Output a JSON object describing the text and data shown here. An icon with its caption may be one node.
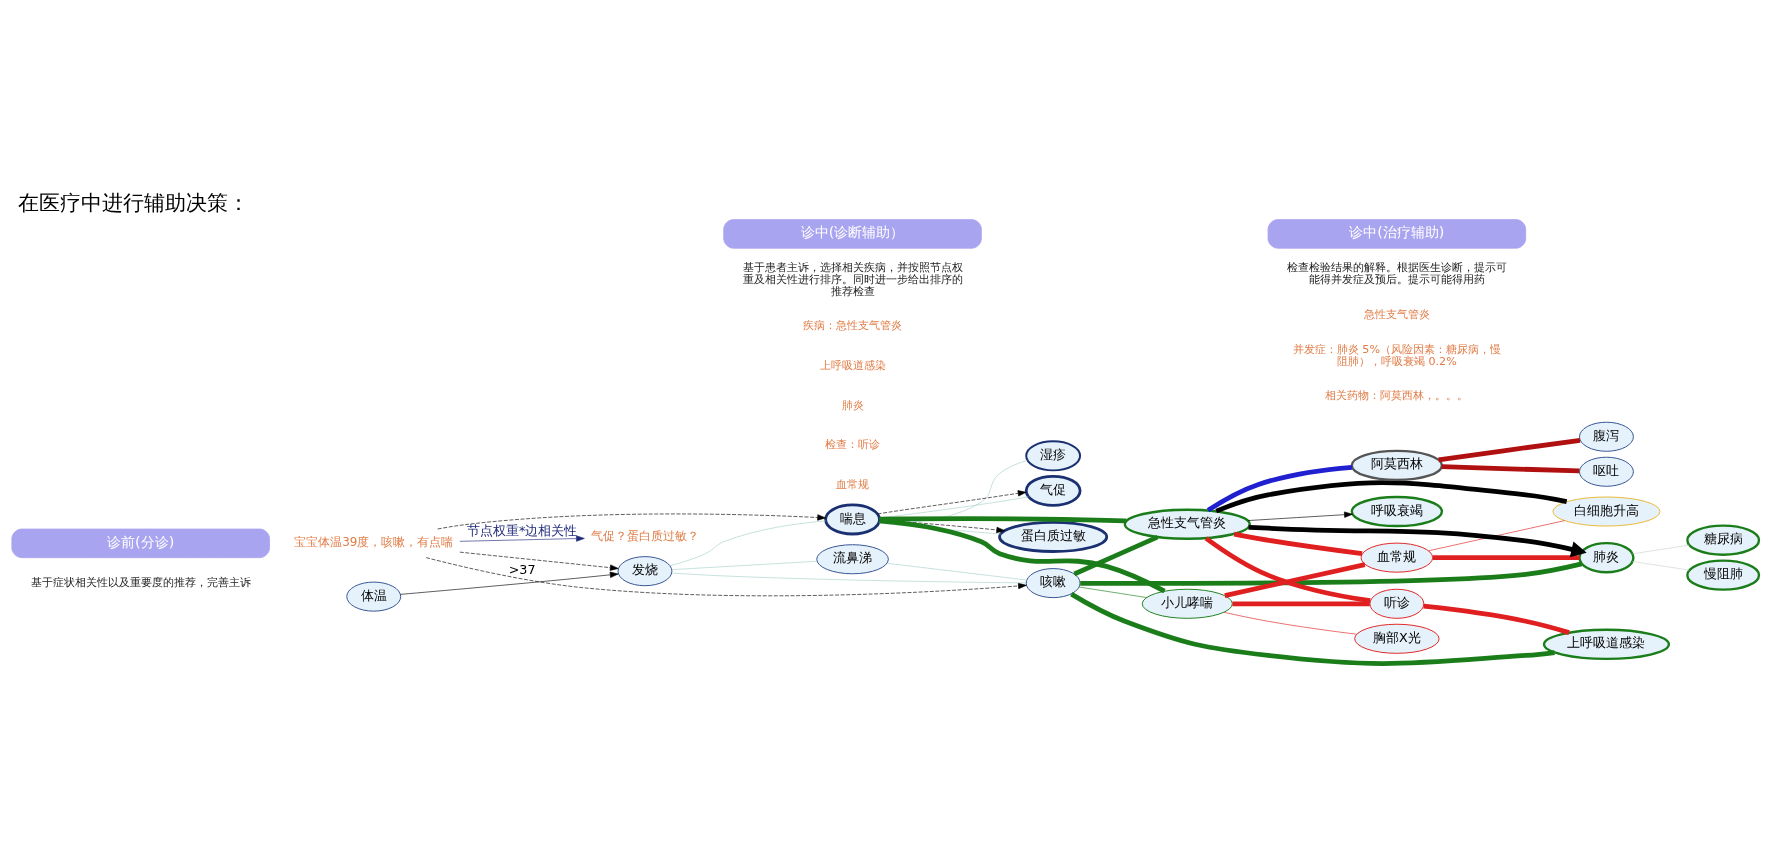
{
  "diagram": {
    "title": "在医疗中进行辅助决策：",
    "nodes": [
      {
        "text": [
          "诊前(分诊)"
        ]
      },
      {
        "text": [
          "诊中(诊断辅助）"
        ]
      },
      {
        "text": [
          "诊中(治疗辅助)"
        ]
      },
      {
        "text": [
          "宝宝体温39度，咳嗽，有点喘"
        ]
      },
      {
        "text": [
          "气促？蛋白质过敏？"
        ]
      },
      {
        "text": [
          "体温"
        ]
      },
      {
        "text": [
          "发烧"
        ]
      },
      {
        "text": [
          "流鼻涕"
        ]
      },
      {
        "text": [
          "喘息"
        ]
      },
      {
        "text": [
          "咳嗽"
        ]
      },
      {
        "text": [
          "湿疹"
        ]
      },
      {
        "text": [
          "气促"
        ]
      },
      {
        "text": [
          "蛋白质过敏"
        ]
      },
      {
        "text": [
          "胸部X光"
        ]
      },
      {
        "text": [
          "听诊"
        ]
      },
      {
        "text": [
          "血常规"
        ]
      },
      {
        "text": [
          "小儿哮喘"
        ]
      },
      {
        "text": [
          "急性支气管炎"
        ]
      },
      {
        "text": [
          "肺炎"
        ]
      },
      {
        "text": [
          "上呼吸道感染"
        ]
      },
      {
        "text": [
          "糖尿病"
        ]
      },
      {
        "text": [
          "慢阻肺"
        ]
      },
      {
        "text": [
          "呼吸衰竭"
        ]
      },
      {
        "text": [
          "白细胞升高"
        ]
      },
      {
        "text": [
          "阿莫西林"
        ]
      },
      {
        "text": [
          "腹泻"
        ]
      },
      {
        "text": [
          "呕吐"
        ]
      }
    ],
    "edges": [
      {
        "from": 3,
        "to": 6,
        "arrow": "to",
        "style": "dashed"
      },
      {
        "from": 3,
        "to": 9,
        "arrow": "to",
        "style": "dashed"
      },
      {
        "from": 3,
        "to": 8,
        "arrow": "to",
        "style": "dashed"
      },
      {
        "from": 3,
        "to": 4,
        "arrow": "to",
        "label": "节点权重*边相关性",
        "color": "#1f2a7a"
      },
      {
        "from": 5,
        "to": 6,
        "arrow": "to",
        "label": ">37"
      },
      {
        "from": 6,
        "to": 7,
        "arrow": "none",
        "color": "#a6d0cb"
      },
      {
        "from": 6,
        "to": 9,
        "arrow": "none",
        "color": "#a6d0cb"
      },
      {
        "from": 7,
        "to": 9,
        "arrow": "none",
        "color": "#a6d0cb"
      },
      {
        "from": 6,
        "to": 8,
        "arrow": "none",
        "color": "#a6d0cb"
      },
      {
        "from": 8,
        "to": 10,
        "arrow": "none",
        "color": "#a6d0cb"
      },
      {
        "from": 8,
        "to": 11,
        "arrow": "none",
        "color": "#a6d0cb"
      },
      {
        "from": 8,
        "to": 12,
        "arrow": "none",
        "color": "#a6d0cb"
      },
      {
        "from": 8,
        "to": 11,
        "arrow": "to",
        "style": "dashed"
      },
      {
        "from": 8,
        "to": 12,
        "arrow": "to",
        "style": "dashed"
      },
      {
        "from": 8,
        "to": 16,
        "arrow": "none",
        "style": "thick",
        "color": "#1a7d1a"
      },
      {
        "from": 8,
        "to": 17,
        "arrow": "none",
        "style": "thick",
        "color": "#1a7d1a"
      },
      {
        "from": 9,
        "to": 16,
        "arrow": "none",
        "color": "#1a7d1a"
      },
      {
        "from": 9,
        "to": 17,
        "arrow": "none",
        "style": "thick",
        "color": "#1a7d1a"
      },
      {
        "from": 9,
        "to": 18,
        "arrow": "none",
        "style": "thick",
        "color": "#1a7d1a"
      },
      {
        "from": 9,
        "to": 19,
        "arrow": "none",
        "style": "thick",
        "color": "#1a7d1a"
      },
      {
        "from": 16,
        "to": 13,
        "arrow": "none",
        "color": "#e02020"
      },
      {
        "from": 16,
        "to": 14,
        "arrow": "none",
        "style": "thick",
        "color": "#e02020"
      },
      {
        "from": 17,
        "to": 14,
        "arrow": "none",
        "style": "thick",
        "color": "#e02020"
      },
      {
        "from": 14,
        "to": 19,
        "arrow": "none",
        "style": "thick",
        "color": "#e02020"
      },
      {
        "from": 16,
        "to": 15,
        "arrow": "none",
        "style": "thick",
        "color": "#e02020"
      },
      {
        "from": 17,
        "to": 15,
        "arrow": "none",
        "style": "thick",
        "color": "#e02020"
      },
      {
        "from": 15,
        "to": 18,
        "arrow": "none",
        "style": "thick",
        "color": "#e02020"
      },
      {
        "from": 15,
        "to": 23,
        "arrow": "none",
        "color": "#e02020"
      },
      {
        "from": 17,
        "to": 18,
        "arrow": "to",
        "style": "thick"
      },
      {
        "from": 17,
        "to": 22,
        "arrow": "to"
      },
      {
        "from": 17,
        "to": 23,
        "arrow": "none",
        "style": "thick"
      },
      {
        "from": 17,
        "to": 24,
        "arrow": "none",
        "style": "thick",
        "color": "#2020d0"
      },
      {
        "from": 18,
        "to": 20,
        "arrow": "none",
        "color": "#d0d0d0"
      },
      {
        "from": 18,
        "to": 21,
        "arrow": "none",
        "color": "#d0d0d0"
      },
      {
        "from": 24,
        "to": 25,
        "arrow": "none",
        "style": "thick",
        "color": "#b01010"
      },
      {
        "from": 24,
        "to": 26,
        "arrow": "none",
        "style": "thick",
        "color": "#b01010"
      }
    ],
    "labels": [
      "基于症状相关性以及重要度的推荐，完善主诉",
      "基于患者主诉，选择相关疾病，并按照节点权重及相关性进行排序。同时进一步给出排序的推荐检查",
      "检查检验结果的解释。根据医生诊断，提示可能得并发症及预后。提示可能得用药",
      "疾病：急性支气管炎",
      "上呼吸道感染",
      "肺炎",
      "检查：听诊",
      "血常规",
      "急性支气管炎",
      "并发症：肺炎 5%（风险因素：糖尿病，慢阻肺），呼吸衰竭 0.2%",
      "相关药物：阿莫西林，。。。"
    ]
  }
}
